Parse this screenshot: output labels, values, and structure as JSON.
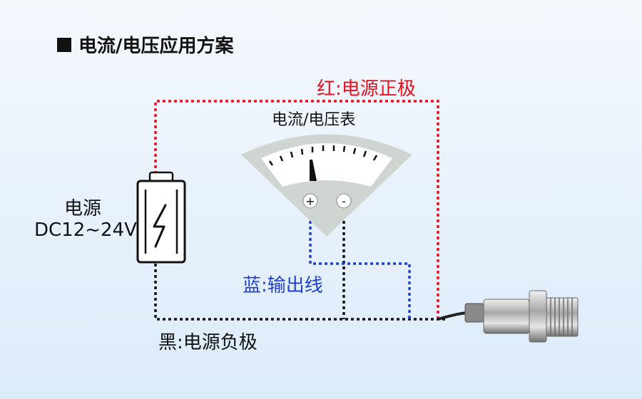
{
  "heading": "电流/电压应用方案",
  "wires": {
    "red_label": "红:电源正极",
    "blue_label": "蓝:输出线",
    "black_label": "黑:电源负极",
    "red_color": "#e8101c",
    "blue_color": "#1f3fd6",
    "black_color": "#111111"
  },
  "meter": {
    "title": "电流/电压表",
    "plus_symbol": "+",
    "minus_symbol": "-",
    "icon": "analog-meter-icon"
  },
  "power_supply": {
    "name": "电源",
    "spec": "DC12~24V",
    "icon": "battery-lightning-icon"
  },
  "sensor": {
    "icon": "pressure-transmitter-icon"
  }
}
